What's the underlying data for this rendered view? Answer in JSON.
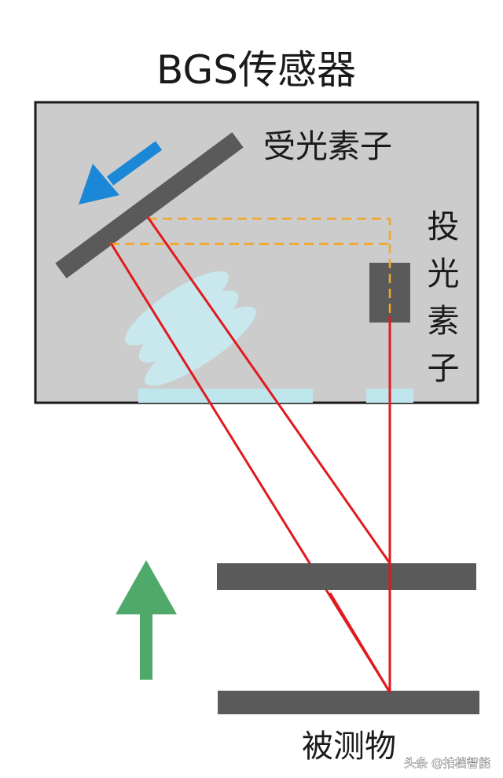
{
  "title": "BGS传感器",
  "labels": {
    "receiver": "受光素子",
    "emitter": "投光素子",
    "target": "被测物"
  },
  "watermark": "头条 @拍档智能",
  "colors": {
    "background": "#ffffff",
    "sensor_box_fill": "#cccccc",
    "sensor_box_border": "#1a1a1a",
    "dark_element": "#5a5a5a",
    "light_beam": "#e01a1f",
    "dashed_path": "#f4a623",
    "lens": "#c8e8ee",
    "window": "#bfe6ec",
    "arrow_blue": "#1a88d6",
    "arrow_green": "#4fa96b"
  },
  "icons": {
    "movement_arrow": "arrow-down-left-icon",
    "target_direction_arrow": "arrow-up-icon"
  }
}
